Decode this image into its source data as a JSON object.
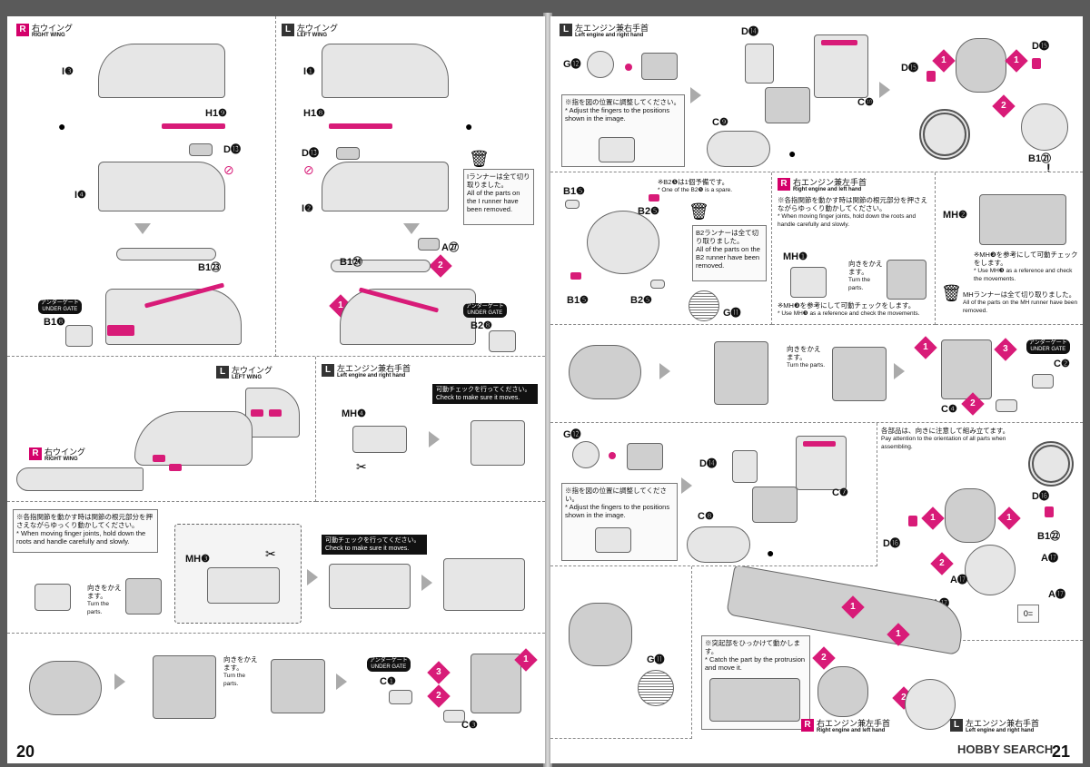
{
  "left_page": {
    "page_number": "20",
    "right_wing_header": {
      "badge": "R",
      "jp": "右ウイング",
      "en": "RIGHT WING"
    },
    "left_wing_header": {
      "badge": "L",
      "jp": "左ウイング",
      "en": "LEFT WING"
    },
    "right_wing_labels": {
      "i3": "I❸",
      "h19": "H1❾",
      "d13": "D⓭",
      "i4": "I❹",
      "b123": "B1㉓",
      "b18": "B1❽"
    },
    "left_wing_labels": {
      "i1": "I❶",
      "h18": "H1❽",
      "d13": "D⓭",
      "i2": "I❷",
      "b124": "B1㉔",
      "a27": "A㉗",
      "b28": "B2❽"
    },
    "under_gate": "アンダーゲート\nUNDER GATE",
    "runner_note": {
      "jp": "Iランナーは全て切り取りました。",
      "en": "All of the parts on the I runner have been removed."
    },
    "assembled_left_wing": {
      "badge": "L",
      "jp": "左ウイング",
      "en": "LEFT WING"
    },
    "assembled_right_wing": {
      "badge": "R",
      "jp": "右ウイング",
      "en": "RIGHT WING"
    },
    "engine_header": {
      "badge": "L",
      "jp": "左エンジン兼右手首",
      "en": "Left engine and right hand"
    },
    "mh4": "MH❹",
    "check_label": {
      "jp": "可動チェックを行ってください。",
      "en": "Check to make sure it moves."
    },
    "finger_note": {
      "jp": "※各指関節を動かす時は関節の根元部分を押さえながらゆっくり動かしてください。",
      "en": "* When moving finger joints, hold down the roots and handle carefully and slowly."
    },
    "turn_note": {
      "jp": "向きをかえます。",
      "en": "Turn the parts."
    },
    "mh3": "MH❸",
    "check_label_2": {
      "jp": "可動チェックを行ってください。",
      "en": "Check to make sure it moves."
    },
    "turn_note_2": {
      "jp": "向きをかえます。",
      "en": "Turn the parts."
    },
    "c1": "C❶",
    "c3": "C❸",
    "step_numbers": [
      "1",
      "2",
      "3"
    ]
  },
  "right_page": {
    "engine_header_1": {
      "badge": "L",
      "jp": "左エンジン兼右手首",
      "en": "Left engine and right hand"
    },
    "labels_1": {
      "g12": "G⓬",
      "d14": "D⓮",
      "c10": "C❿",
      "c9": "C❾",
      "d15a": "D⓯",
      "d15b": "D⓯",
      "b121": "B1㉑"
    },
    "finger_adjust_note": {
      "jp": "※指を図の位置に調整してください。",
      "en": "* Adjust the fingers to the positions shown in the image."
    },
    "b15a": "B1❺",
    "b25a": "B2❺",
    "b15b": "B1❺",
    "b25b": "B2❺",
    "g11": "G⓫",
    "spare_note": {
      "jp": "※B2❺は1個予備です。",
      "en": "* One of the B2❺ is a spare."
    },
    "b2_runner_note": {
      "jp": "B2ランナーは全て切り取りました。",
      "en": "All of the parts on the B2 runner have been removed."
    },
    "engine_header_2": {
      "badge": "R",
      "jp": "右エンジン兼左手首",
      "en": "Right engine and left hand"
    },
    "finger_note_2": {
      "jp": "※各指関節を動かす時は関節の根元部分を押さえながらゆっくり動かしてください。",
      "en": "* When moving finger joints, hold down the roots and handle carefully and slowly."
    },
    "mh1": "MH❶",
    "turn_note_3": {
      "jp": "向きをかえます。",
      "en": "Turn the parts."
    },
    "mh3_ref": {
      "jp": "※MH❸を参考にして可動チェックをします。",
      "en": "* Use MH❸ as a reference and check the movements."
    },
    "mh2": "MH❷",
    "mh3_ref_2": {
      "jp": "※MH❸を参考にして可動チェックをします。",
      "en": "* Use MH❸ as a reference and check the movements."
    },
    "mh_runner_note": {
      "jp": "MHランナーは全て切り取りました。",
      "en": "All of the parts on the MH runner have been removed."
    },
    "turn_note_4": {
      "jp": "向きをかえます。",
      "en": "Turn the parts."
    },
    "c2": "C❷",
    "c4": "C❹",
    "under_gate_2": "アンダーゲート\nUNDER GATE",
    "labels_3": {
      "g12": "G⓬",
      "d14": "D⓮",
      "c7": "C❼",
      "c8": "C❽",
      "d16a": "D⓰",
      "d16b": "D⓰",
      "b122": "B1㉒",
      "a17a": "A⓱",
      "a17b": "A⓱",
      "a17c": "A⓱"
    },
    "orientation_note": {
      "jp": "各部品は、向きに注意して組み立てます。",
      "en": "Pay attention to the orientation of all parts when assembling."
    },
    "finger_adjust_note_2": {
      "jp": "※指を図の位置に調整してください。",
      "en": "* Adjust the fingers to the positions shown in the image."
    },
    "g11_b": "G⓫",
    "catch_note": {
      "jp": "※突起部をひっかけて動かします。",
      "en": "* Catch the part by the protrusion and move it."
    },
    "engine_footer_R": {
      "badge": "R",
      "jp": "右エンジン兼左手首",
      "en": "Right engine and left hand"
    },
    "engine_footer_L": {
      "badge": "L",
      "jp": "左エンジン兼右手首",
      "en": "Left engine and right hand"
    },
    "zero_eq": "0=",
    "footer_brand": "HOBBY SEARCH",
    "page_number": "21"
  },
  "colors": {
    "accent": "#d81b78",
    "dark": "#111111",
    "part_fill": "#e6e6e6",
    "background": "#5a5a5a"
  },
  "icons": [
    "trash-icon",
    "cut-icon",
    "warning-icon",
    "sticker-icon"
  ]
}
